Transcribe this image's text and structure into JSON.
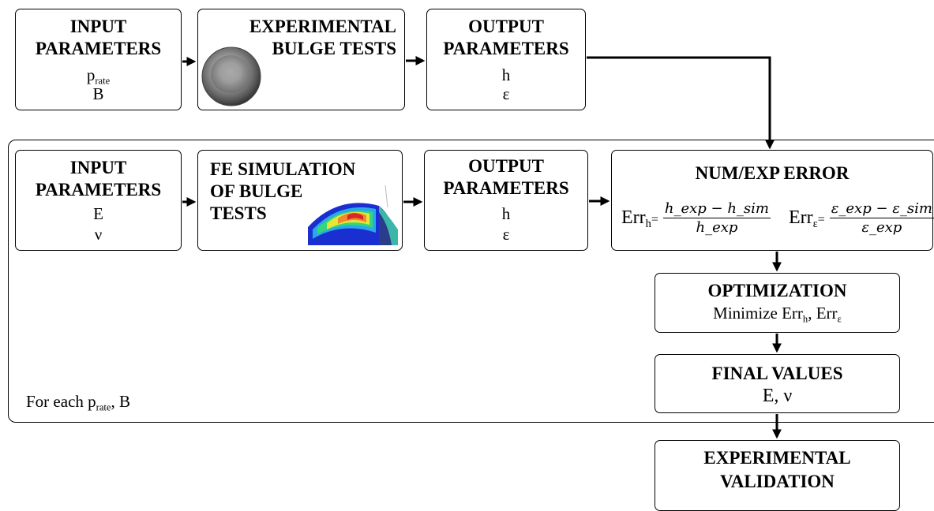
{
  "row1": {
    "input": {
      "title_1": "INPUT",
      "title_2": "PARAMETERS",
      "param1": "p",
      "param1_sub": "rate",
      "param2": "B"
    },
    "experiment": {
      "title_1": "EXPERIMENTAL",
      "title_2": "BULGE TESTS"
    },
    "output": {
      "title_1": "OUTPUT",
      "title_2": "PARAMETERS",
      "param1": "h",
      "param2": "ε"
    }
  },
  "row2": {
    "input": {
      "title_1": "INPUT",
      "title_2": "PARAMETERS",
      "param1": "E",
      "param2": "ν"
    },
    "simulation": {
      "title_1": "FE SIMULATION",
      "title_2": "OF BULGE",
      "title_3": "TESTS"
    },
    "output": {
      "title_1": "OUTPUT",
      "title_2": "PARAMETERS",
      "param1": "h",
      "param2": "ε"
    },
    "error": {
      "title": "NUM/EXP ERROR",
      "err_h_label": "Err",
      "err_h_sub": "h",
      "equals": "=",
      "err_h_num": "h_exp − h_sim",
      "err_h_den": "h_exp",
      "err_e_label": "Err",
      "err_e_sub": "ε",
      "err_e_num": "ε_exp − ε_sim",
      "err_e_den": "ε_exp"
    }
  },
  "optimization": {
    "title": "OPTIMIZATION",
    "text": "Minimize",
    "err1": "Err",
    "err1_sub": "h",
    "sep": ",",
    "err2": "Err",
    "err2_sub": "ε"
  },
  "final": {
    "title": "FINAL VALUES",
    "text": "E, ν"
  },
  "validation": {
    "title_1": "EXPERIMENTAL",
    "title_2": "VALIDATION"
  },
  "loop_label": {
    "text": "For each p",
    "sub": "rate",
    "suffix": ", B"
  }
}
